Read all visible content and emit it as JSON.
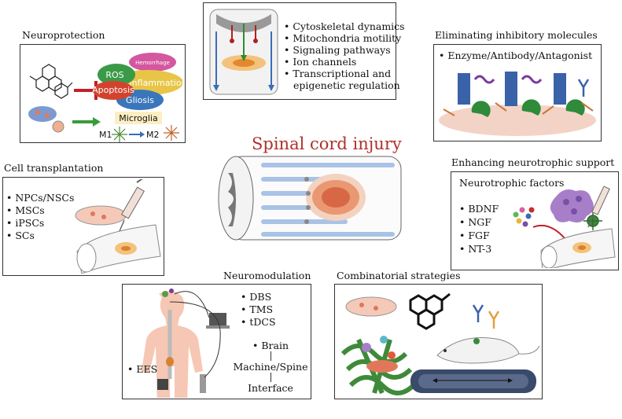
{
  "title": "Spinal cord injury",
  "neuroprotection": {
    "label": "Neuroprotection",
    "ros": "ROS",
    "hemorrhage": "Hemorrhage",
    "inflammation": "Inflammation",
    "apoptosis": "Apoptosis",
    "gliosis": "Gliosis",
    "microglia": "Microglia",
    "m1": "M1",
    "m2": "M2"
  },
  "intrinsic": {
    "items": [
      "Cytoskeletal dynamics",
      "Mitochondria motility",
      "Signaling pathways",
      "Ion channels",
      "Transcriptional and",
      "epigenetic regulation"
    ]
  },
  "eliminating": {
    "label": "Eliminating inhibitory molecules",
    "item": "Enzyme/Antibody/Antagonist"
  },
  "cell_transplantation": {
    "label": "Cell transplantation",
    "items": [
      "NPCs/NSCs",
      "MSCs",
      "iPSCs",
      "SCs"
    ]
  },
  "neurotrophic": {
    "label": "Enhancing neurotrophic support",
    "subtitle": "Neurotrophic factors",
    "items": [
      "BDNF",
      "NGF",
      "FGF",
      "NT-3"
    ]
  },
  "neuromodulation": {
    "label": "Neuromodulation",
    "items": [
      "DBS",
      "TMS",
      "tDCS"
    ],
    "ees": "EES",
    "bmi": [
      "Brain",
      "Machine/Spine",
      "Interface"
    ]
  },
  "combinatorial": {
    "label": "Combinatorial strategies"
  },
  "colors": {
    "title": "#b0312b",
    "inhibit": "#c0202a",
    "promote": "#3a9b3a",
    "m2_arrow": "#3a6db5"
  }
}
